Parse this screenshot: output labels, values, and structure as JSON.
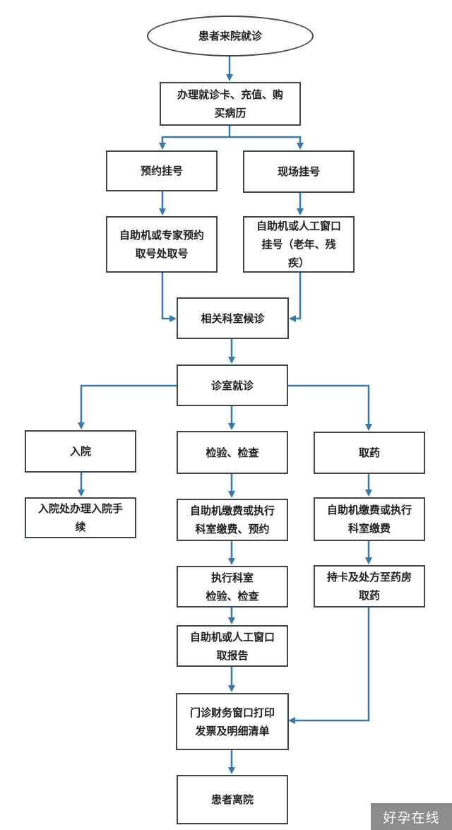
{
  "nodes": {
    "start": "患者来院就诊",
    "card": "办理就诊卡、充值、购\n买病历",
    "appointment": "预约挂号",
    "onsite": "现场挂号",
    "appointment_pickup": "自助机或专家预约\n取号处取号",
    "onsite_register": "自助机或人工窗口\n挂号（老年、残\n疾）",
    "waiting": "相关科室候诊",
    "consult": "诊室就诊",
    "admit": "入院",
    "admit_process": "入院处办理入院手\n续",
    "exam": "检验、检查",
    "exam_pay": "自助机缴费或执行\n科室缴费、预约",
    "exam_exec": "执行科室\n检验、检查",
    "report": "自助机或人工窗口\n取报告",
    "medicine": "取药",
    "medicine_pay": "自助机缴费或执行\n科室缴费",
    "pharmacy": "持卡及处方至药房\n取药",
    "invoice": "门诊财务窗口打印\n发票及明细清单",
    "leave": "患者离院"
  },
  "colors": {
    "border": "#3e4650",
    "arrow": "#3a78a6"
  },
  "watermark": "好孕在线"
}
